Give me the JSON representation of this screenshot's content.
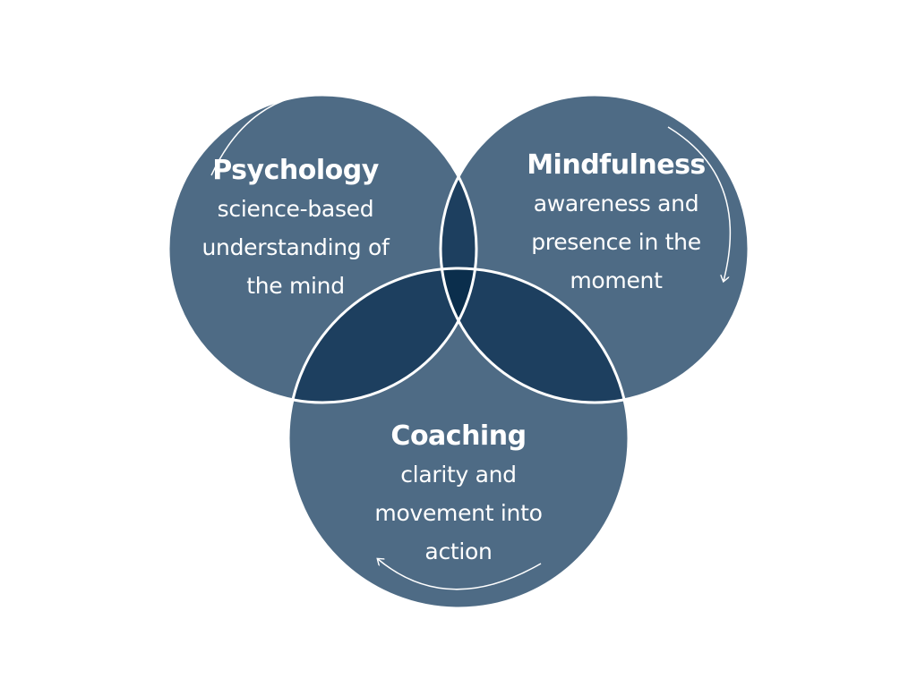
{
  "colors": {
    "background": "#ffffff",
    "circle_fill": "#4e6b85",
    "pair_overlap_fill": "#1d3f5f",
    "center_overlap_fill": "#0b2e4c",
    "outline": "#ffffff",
    "text": "#ffffff"
  },
  "circles": [
    {
      "id": "psychology",
      "title": "Psychology",
      "description_lines": [
        "science-based",
        "understanding of",
        "the mind"
      ],
      "arrow_icon": "clockwise-arrow-icon"
    },
    {
      "id": "mindfulness",
      "title": "Mindfulness",
      "description_lines": [
        "awareness and",
        "presence in the",
        "moment"
      ],
      "arrow_icon": "clockwise-arrow-icon"
    },
    {
      "id": "coaching",
      "title": "Coaching",
      "description_lines": [
        "clarity and",
        "movement into",
        "action"
      ],
      "arrow_icon": "clockwise-arrow-icon"
    }
  ]
}
